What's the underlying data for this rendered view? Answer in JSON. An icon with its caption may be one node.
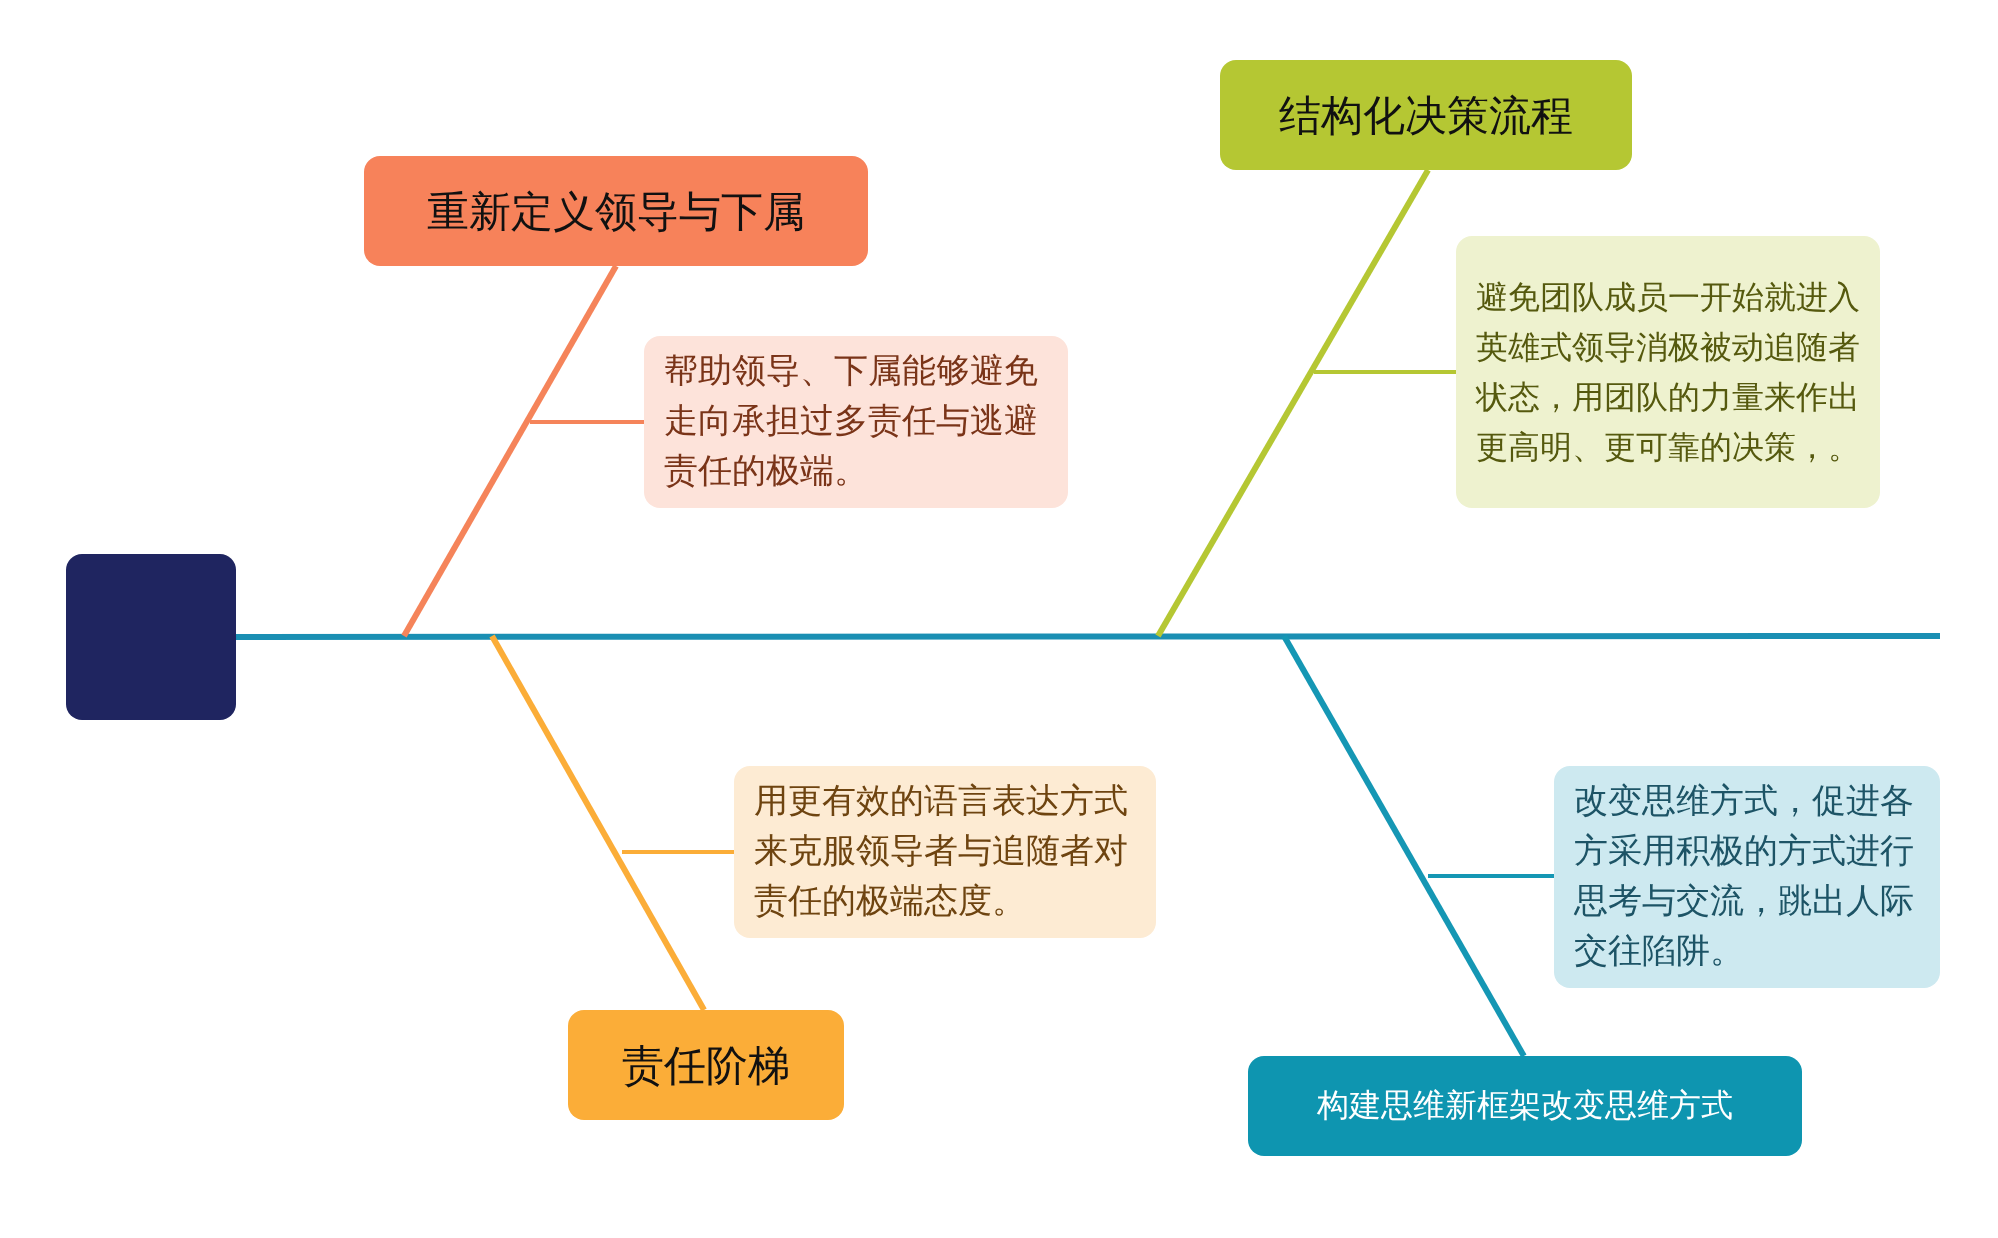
{
  "diagram": {
    "nodes": [
      {
        "text": [],
        "shape": "box"
      },
      {
        "text": [
          "重新定义领导与下属"
        ]
      },
      {
        "text": [
          "帮助领导、下属能够避免走向承担过多责任与逃避责任的极端。"
        ]
      },
      {
        "text": [
          "结构化决策流程"
        ]
      },
      {
        "text": [
          "避免团队成员一开始就进入英雄式领导消极被动追随者状态，用团队的力量来作出更高明、更可靠的决策，。"
        ]
      },
      {
        "text": [
          "责任阶梯"
        ]
      },
      {
        "text": [
          "用更有效的语言表达方式来克服领导者与追随者对责任的极端态度。"
        ]
      },
      {
        "text": [
          "构建思维新框架改变思维方式"
        ]
      },
      {
        "text": [
          "改变思维方式，促进各方采用积极的方式进行思考与交流，跳出人际交往陷阱。"
        ]
      }
    ],
    "edges": [
      {
        "from": 0,
        "to": null,
        "arrow": "none",
        "color": "#1a8fb3"
      },
      {
        "from": 1,
        "to": null,
        "arrow": "none",
        "color": "#f5845a"
      },
      {
        "from": null,
        "to": 2,
        "arrow": "none",
        "color": "#f5845a"
      },
      {
        "from": 3,
        "to": null,
        "arrow": "none",
        "color": "#b5c733"
      },
      {
        "from": null,
        "to": 4,
        "arrow": "none",
        "color": "#b5c733"
      },
      {
        "from": 5,
        "to": null,
        "arrow": "none",
        "color": "#fbad38"
      },
      {
        "from": null,
        "to": 6,
        "arrow": "none",
        "color": "#fbad38"
      },
      {
        "from": 7,
        "to": null,
        "arrow": "none",
        "color": "#1597b4"
      },
      {
        "from": null,
        "to": 8,
        "arrow": "none",
        "color": "#1597b4"
      }
    ]
  }
}
